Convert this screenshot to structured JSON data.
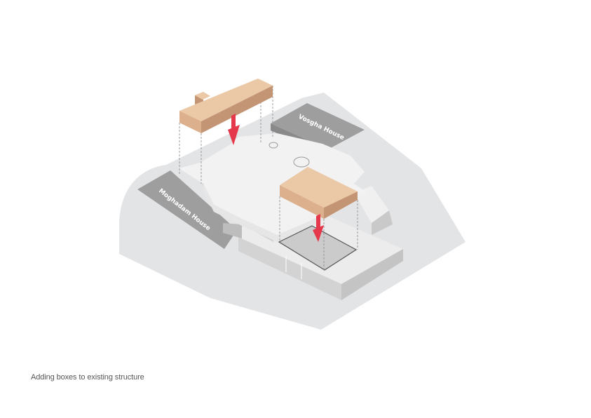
{
  "labels": {
    "vosgha": "Vosgha House",
    "moghadam": "Moghadam House"
  },
  "caption": "Adding boxes to existing structure",
  "colors": {
    "ground": "#e3e4e6",
    "neighbor": "#9e9e9e",
    "building_top": "#e8e8e8",
    "box_top": "#ebc8a6",
    "box_side": "#c49574",
    "arrow": "#e5394b"
  }
}
